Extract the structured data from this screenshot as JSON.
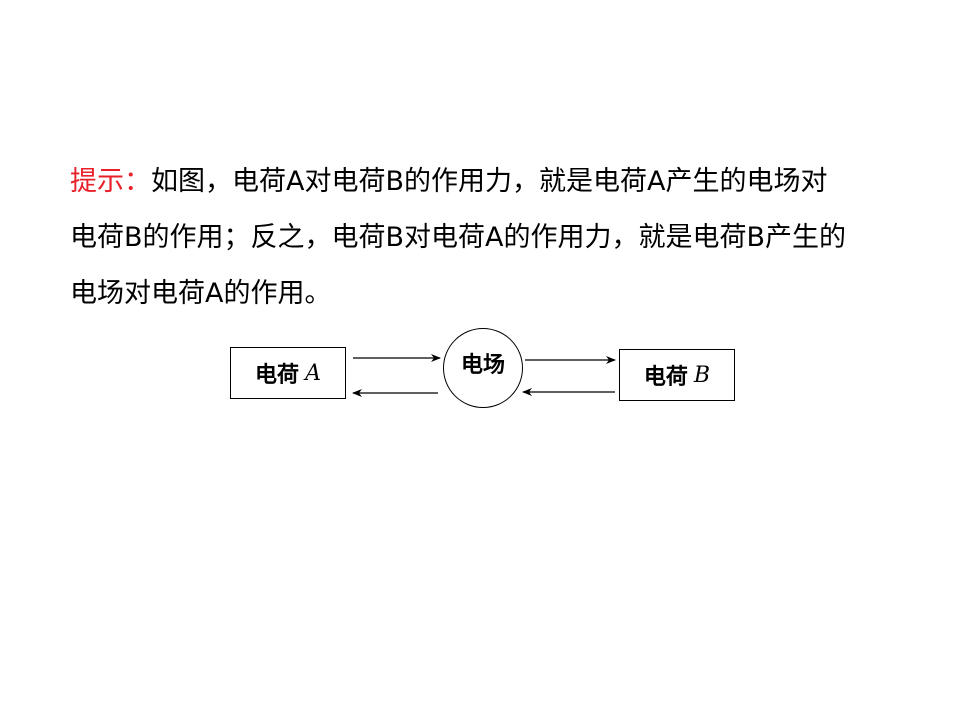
{
  "hint": {
    "label": "提示：",
    "line1_rest": "如图，电荷A对电荷B的作用力，就是电荷A产生的电场对",
    "line2": "电荷B的作用；反之，电荷B对电荷A的作用力，就是电荷B产生的",
    "line3": "电场对电荷A的作用。"
  },
  "diagram": {
    "charge_a": {
      "label": "电荷",
      "var": "A"
    },
    "field": {
      "label": "电场"
    },
    "charge_b": {
      "label": "电荷",
      "var": "B"
    }
  },
  "colors": {
    "hint_label": "#e8202a",
    "text": "#000000"
  }
}
